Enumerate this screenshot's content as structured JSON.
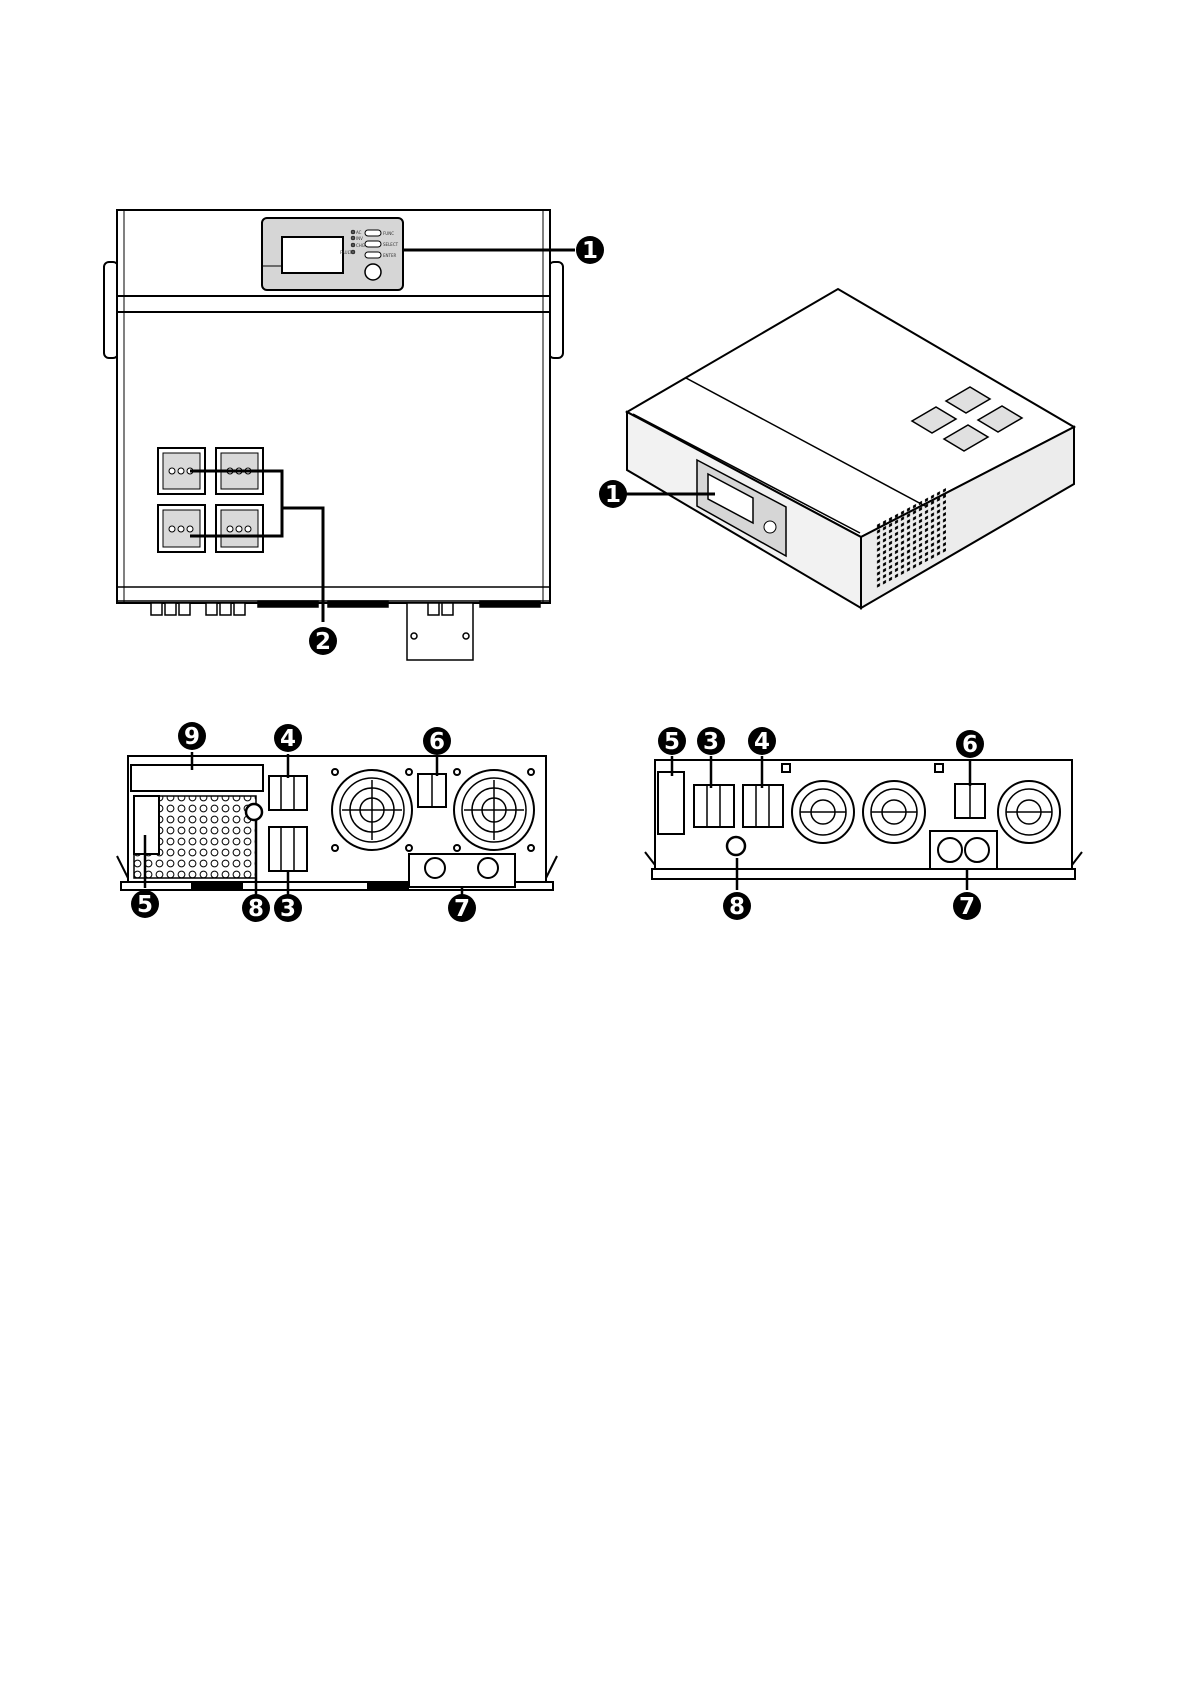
{
  "figure": {
    "callouts": {
      "n1": "1",
      "n2": "2",
      "n3": "3",
      "n4": "4",
      "n5": "5",
      "n6": "6",
      "n7": "7",
      "n8": "8",
      "n9": "9"
    },
    "front_panel": {
      "led_1": "AC",
      "led_2": "INV",
      "led_3": "CHG",
      "led_4": "FAULT",
      "btn_1": "FUNC",
      "btn_2": "SELECT",
      "btn_3": "ENTER"
    }
  },
  "colors": {
    "line": "#000000",
    "panel_fill": "#d6d6d6",
    "shadow": "#bdbdbd"
  }
}
